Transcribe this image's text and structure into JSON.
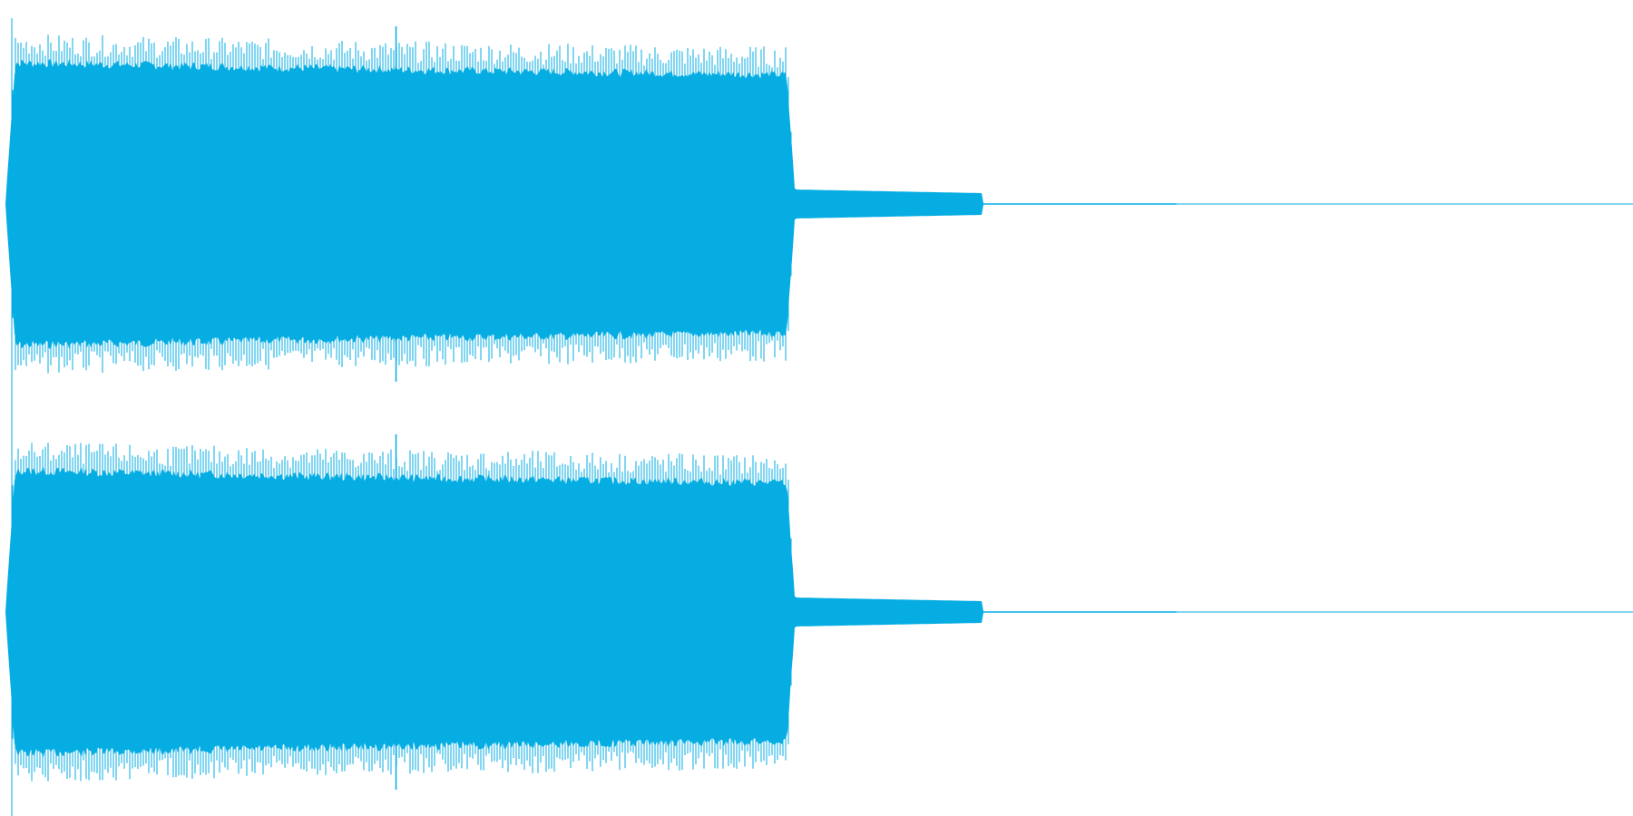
{
  "waveform": {
    "channel_count": 2,
    "colors": {
      "waveform": "#05ADE3",
      "background": "#FFFFFF"
    },
    "channels": [
      {
        "name": ""
      },
      {
        "name": ""
      }
    ],
    "segments": [
      {
        "start": 0.0,
        "end": 0.006,
        "amplitude": [
          0.0,
          0.82
        ]
      },
      {
        "start": 0.006,
        "end": 0.24,
        "amplitude": [
          0.82,
          0.78
        ]
      },
      {
        "start": 0.24,
        "end": 0.48,
        "amplitude": [
          0.78,
          0.75
        ]
      },
      {
        "start": 0.48,
        "end": 0.485,
        "amplitude": [
          0.75,
          0.08
        ]
      },
      {
        "start": 0.485,
        "end": 0.6,
        "amplitude": [
          0.08,
          0.06
        ]
      },
      {
        "start": 0.6,
        "end": 0.72,
        "amplitude": [
          0.004,
          0.004
        ]
      },
      {
        "start": 0.72,
        "end": 1.0,
        "amplitude": [
          0.002,
          0.002
        ]
      }
    ]
  }
}
